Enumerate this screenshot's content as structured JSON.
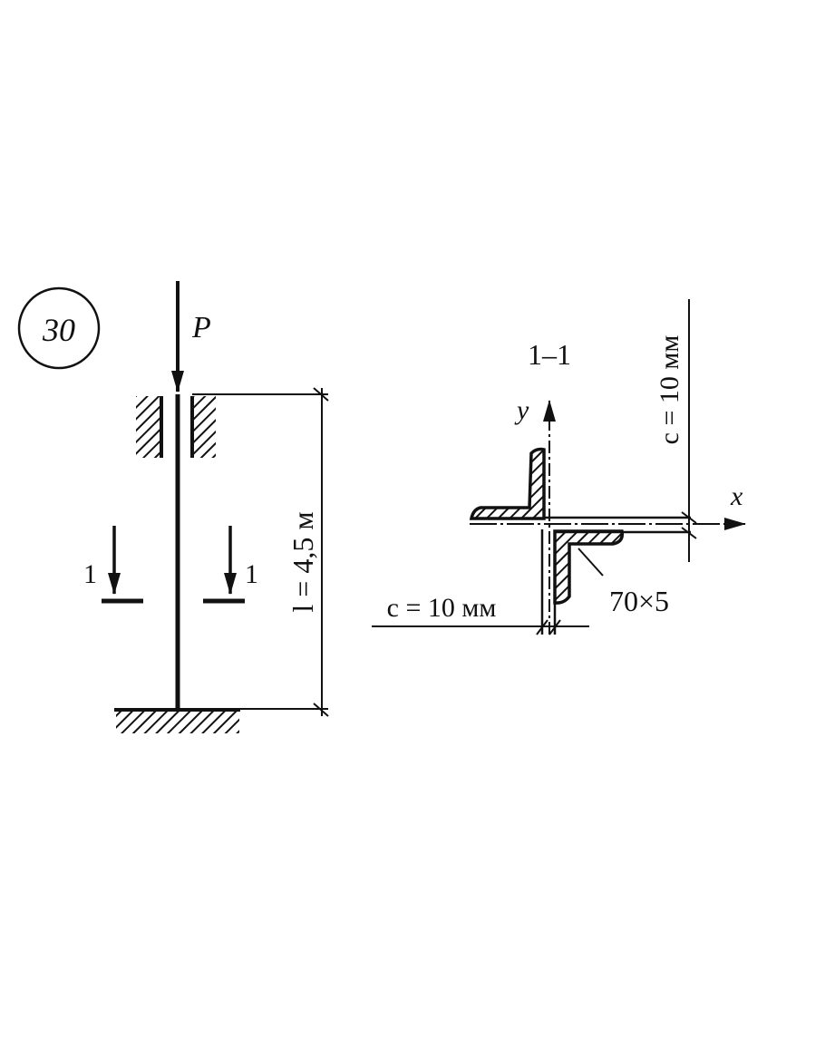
{
  "problem_number": "30",
  "load_label": "P",
  "length_label": "l = 4,5 м",
  "section_mark": "1",
  "section_title": "1–1",
  "axis_x": "x",
  "axis_y": "y",
  "c_vertical_label": "c = 10 мм",
  "c_horizontal_label": "c = 10 мм",
  "angle_profile": "70×5",
  "colors": {
    "ink": "#111111",
    "paper": "#ffffff"
  }
}
